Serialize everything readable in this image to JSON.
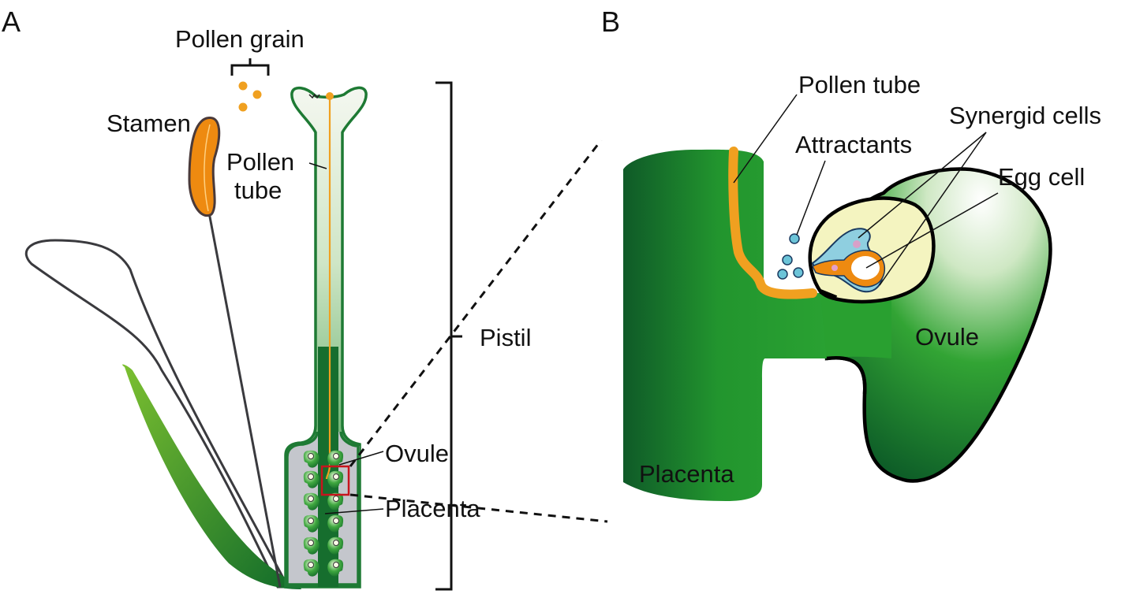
{
  "panels": {
    "a": "A",
    "b": "B"
  },
  "panel_a": {
    "labels": {
      "pollen_grain": "Pollen grain",
      "stamen": "Stamen",
      "pollen_tube_line1": "Pollen",
      "pollen_tube_line2": "tube",
      "pistil": "Pistil",
      "ovule": "Ovule",
      "placenta": "Placenta"
    }
  },
  "panel_b": {
    "labels": {
      "pollen_tube": "Pollen tube",
      "attractants": "Attractants",
      "synergid_cells": "Synergid cells",
      "egg_cell": "Egg cell",
      "ovule": "Ovule",
      "placenta": "Placenta"
    }
  },
  "colors": {
    "pollen": "#f0a020",
    "stamen": "#ee8a10",
    "tissue_dark": "#10602a",
    "tissue_mid": "#28a030",
    "ovary_gray": "#c4c6cc",
    "highlight_box": "#c8141e",
    "attractant": "#6cc4d8",
    "embryo_sac": "#f4f4c0"
  }
}
